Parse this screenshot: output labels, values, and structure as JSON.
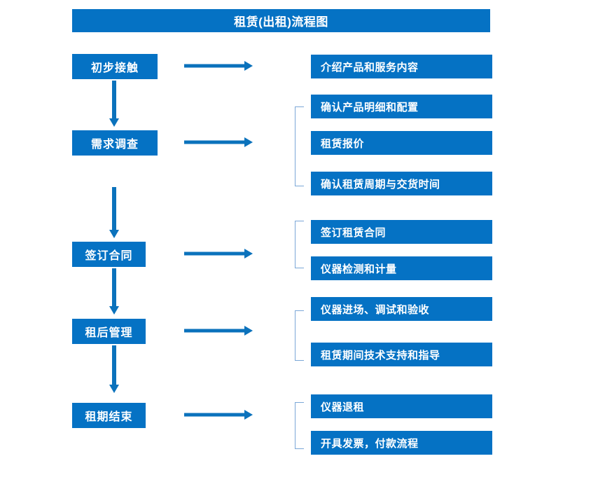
{
  "diagram": {
    "title": "租赁(出租)流程图",
    "accent_color": "#0572C4",
    "bracket_color": "#7BA7D7",
    "text_color": "#FFFFFF",
    "background_color": "#FFFFFF",
    "type": "flowchart",
    "orientation": "vertical-with-side-details",
    "stages": [
      {
        "id": "stage-1",
        "label": "初步接触",
        "details": [
          "介绍产品和服务内容"
        ]
      },
      {
        "id": "stage-2",
        "label": "需求调查",
        "details": [
          "确认产品明细和配置",
          "租赁报价",
          "确认租赁周期与交货时间"
        ]
      },
      {
        "id": "stage-3",
        "label": "签订合同",
        "details": [
          "签订租赁合同",
          "仪器检测和计量"
        ]
      },
      {
        "id": "stage-4",
        "label": "租后管理",
        "details": [
          "仪器进场、调试和验收",
          "租赁期间技术支持和指导"
        ]
      },
      {
        "id": "stage-5",
        "label": "租期结束",
        "details": [
          "仪器退租",
          "开具发票，付款流程"
        ]
      }
    ],
    "connectors": {
      "vertical_arrow_count": 4,
      "horizontal_arrow_count": 5,
      "bracket_count": 4
    }
  }
}
